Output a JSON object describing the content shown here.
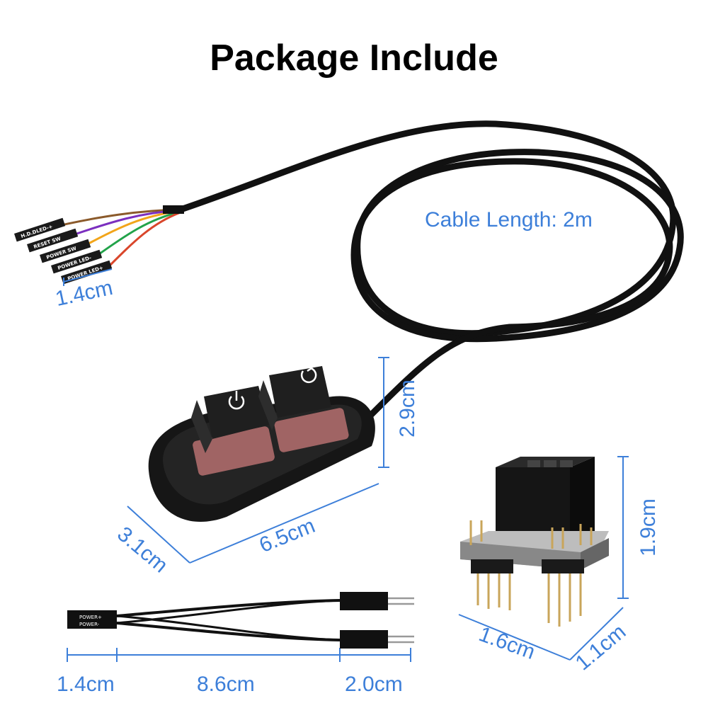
{
  "title": "Package Include",
  "cable_length_label": "Cable Length: 2m",
  "header_labels": [
    "H.D.DLED-+",
    "RESET SW",
    "POWER SW",
    "POWER LED-",
    "POWER LED+"
  ],
  "dimensions": {
    "header_width": "1.4cm",
    "switch_height": "2.9cm",
    "switch_depth": "3.1cm",
    "switch_length": "6.5cm",
    "adapter_height": "1.9cm",
    "adapter_width": "1.6cm",
    "adapter_depth": "1.1cm",
    "y_plug": "1.4cm",
    "y_cable": "8.6cm",
    "y_end": "2.0cm"
  },
  "y_cable_labels": [
    "POWER+",
    "POWER-"
  ],
  "colors": {
    "dimension": "#3d7fd9",
    "cable": "#111111",
    "wires": [
      "#8b5a2b",
      "#7b2fbf",
      "#f2a51a",
      "#22a34a",
      "#d9462b"
    ]
  },
  "icons": {
    "power_key": "power-icon",
    "reset_key": "restart-icon"
  }
}
